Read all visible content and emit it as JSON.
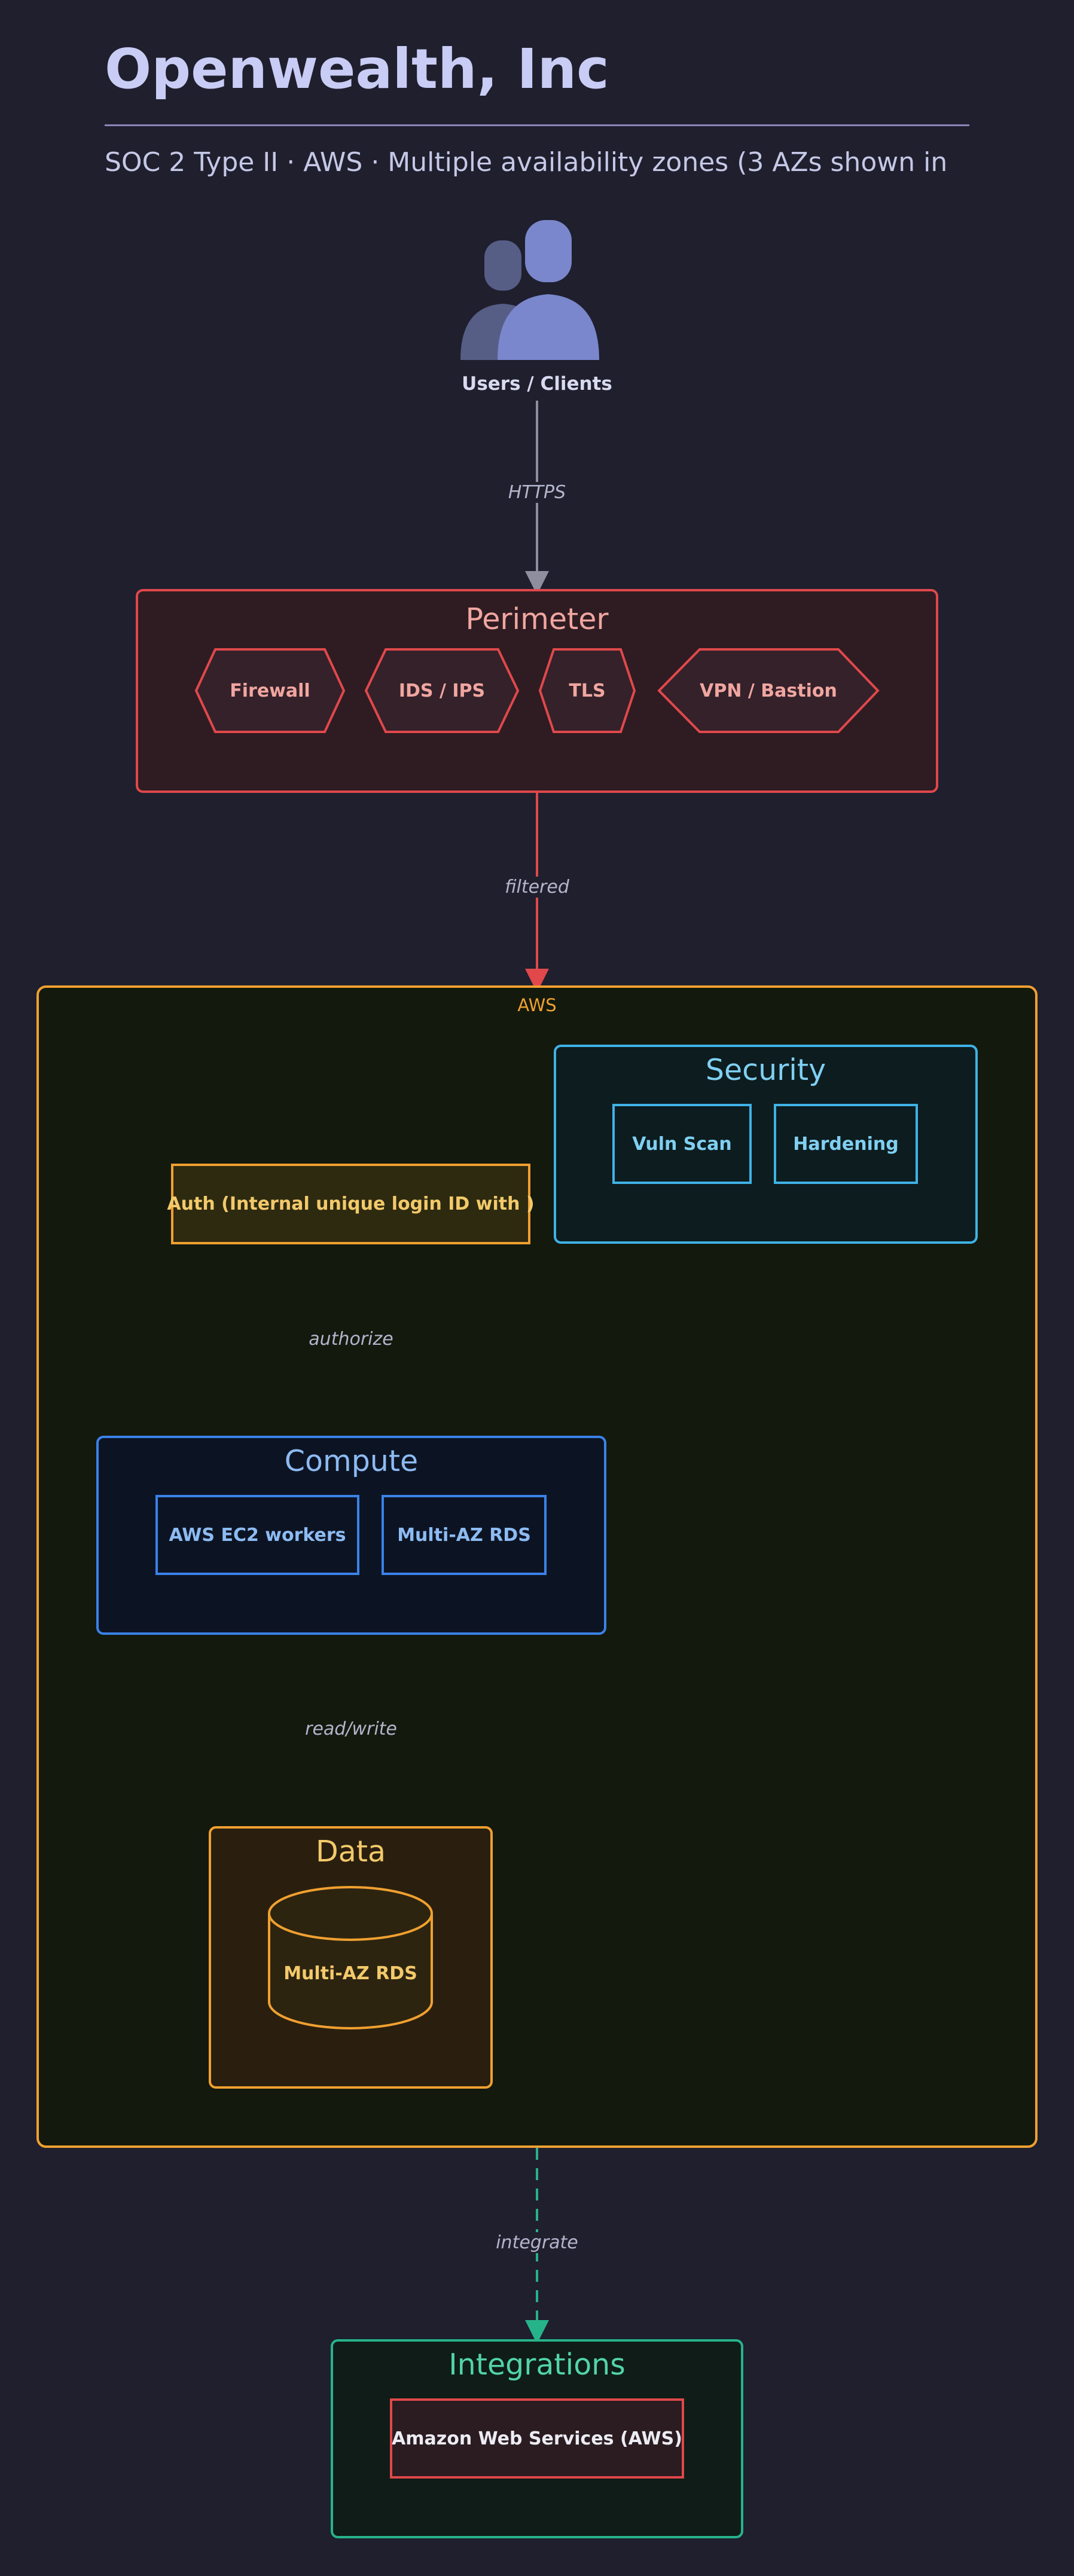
{
  "title": "Openwealth, Inc",
  "subtitle": "SOC 2 Type II · AWS · Multiple availability zones (3 AZs shown in",
  "users": {
    "label": "Users / Clients",
    "icon": "users-icon"
  },
  "edges": {
    "https": "HTTPS",
    "filtered": "filtered",
    "authorize": "authorize",
    "read_write": "read/write",
    "integrate": "integrate"
  },
  "perimeter": {
    "title": "Perimeter",
    "color": "#e0484b",
    "items": [
      "Firewall",
      "IDS / IPS",
      "TLS",
      "VPN / Bastion"
    ]
  },
  "aws": {
    "label": "AWS",
    "color": "#f0a030",
    "auth_label": "Auth (Internal unique login ID with )",
    "security": {
      "title": "Security",
      "color": "#3fb2e6",
      "items": [
        "Vuln Scan",
        "Hardening"
      ]
    },
    "compute": {
      "title": "Compute",
      "color": "#3a82e8",
      "items": [
        "AWS EC2 workers",
        "Multi-AZ RDS"
      ]
    },
    "data": {
      "title": "Data",
      "color": "#f0a030",
      "db_label": "Multi-AZ RDS"
    }
  },
  "integrations": {
    "title": "Integrations",
    "color": "#27b38a",
    "items": [
      "Amazon Web Services (AWS)"
    ]
  }
}
